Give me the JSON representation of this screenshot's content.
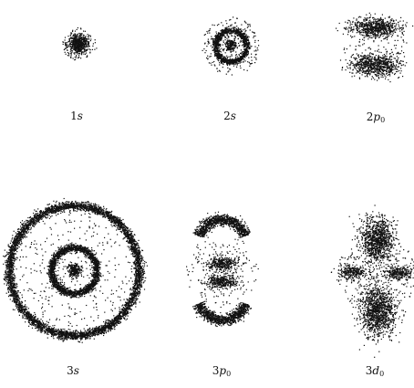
{
  "ink_color": "#111111",
  "orbitals": [
    {
      "id": "1s",
      "label": {
        "num": "1",
        "letter": "s",
        "sub": ""
      }
    },
    {
      "id": "2s",
      "label": {
        "num": "2",
        "letter": "s",
        "sub": ""
      }
    },
    {
      "id": "2p0",
      "label": {
        "num": "2",
        "letter": "p",
        "sub": "0"
      }
    },
    {
      "id": "3s",
      "label": {
        "num": "3",
        "letter": "s",
        "sub": ""
      }
    },
    {
      "id": "3p0",
      "label": {
        "num": "3",
        "letter": "p",
        "sub": "0"
      }
    },
    {
      "id": "3d0",
      "label": {
        "num": "3",
        "letter": "d",
        "sub": "0"
      }
    }
  ]
}
